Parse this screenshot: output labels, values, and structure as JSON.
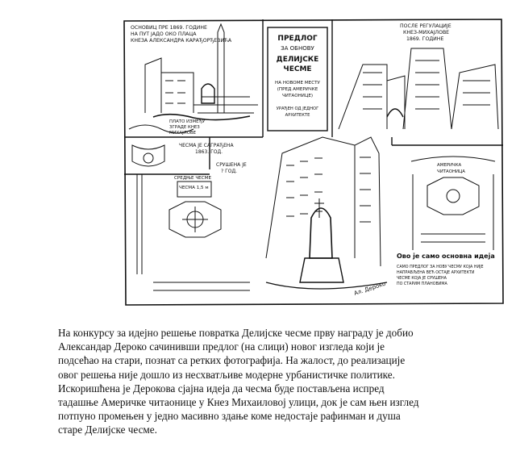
{
  "sketch": {
    "proposal_title": [
      "ПРЕДЛОГ",
      "ЗА ОБНОВУ",
      "ДЕЛИЈСКЕ",
      "ЧЕСМЕ"
    ],
    "proposal_location": [
      "НА НОВОМЕ МЕСТУ",
      "(ПРЕД АМЕРИЧКЕ",
      "ЧИТАОНИЦЕ)"
    ],
    "proposal_author": [
      "УРАЂЕН ОД ЈЕДНОГ",
      "АРХИТЕКТЕ"
    ],
    "note_before": [
      "ОСНОВИЦ ПРЕ 1869. ГОДИНЕ",
      "НА ПУТ ЈАДО ОКО ПЛАЦА",
      "КНЕЗА АЛЕКСАНДРА КАРАЂОРЂЕВИЋА"
    ],
    "note_after": [
      "ПОСЛЕ РЕГУЛАЦИЈЕ",
      "КНЕЗ-МИХАЈЛОВЕ",
      "1869. ГОДИНЕ"
    ],
    "street_label": [
      "ПЛАТО ИЗМЕЂУ",
      "ЗГРАДЕ КНЕЗ",
      "МИХАЈЛОВЕ"
    ],
    "built_label": [
      "ЧЕСМА ЈЕ САГРАЂЕНА",
      "1863. ГОД."
    ],
    "demolished_label": [
      "СРУШЕНА ЈЕ",
      "? ГОД."
    ],
    "section_label": [
      "СРЕДЊЕ ЧЕСМЕ",
      "ЧЕСМА 1,5 м"
    ],
    "basic_idea": "Ово је само основна идеја",
    "right_note": [
      "АМЕРИЧКА",
      "ЧИТАОНИЦА"
    ],
    "bottom_note": [
      "САМО ПРЕДЛОГ ЗА НОВУ ЧЕСМУ КОЈА НИЈЕ",
      "НАПРАВЉЕНА ВЕЋ ОСТАЈЕ АРХИТЕКТИ",
      "ЧЕСМЕ КОЈА ЈЕ СРУШЕНА",
      "ПО СТАРИМ ПЛАНОВИМА"
    ],
    "signature": "Ал. Дероко"
  },
  "caption": {
    "lines": [
      "На конкурсу за идејно решење повратка Делијске чесме прву награду је добио",
      "Александар Дероко сачинивши предлог (на слици) новог изгледа који је",
      "подсећао на стари, познат са ретких фотографија. На жалост, до реализације",
      "овог решења није дошло из несхватљиве модерне урбанистичке политике.",
      "Искоришћена је Дерокова сјајна идеја да чесма буде постављена испред",
      "тадашње Америчке читаонице у Кнез Михаиловој улици, док је сам њен изглед",
      "потпуно промењен у једно масивно здање коме недостаје рафинман и душа",
      "старе Делијске чесме."
    ]
  }
}
